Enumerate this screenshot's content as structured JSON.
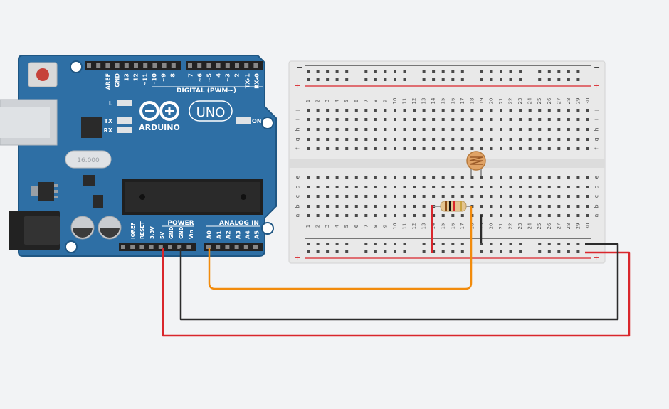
{
  "arduino": {
    "brand": "ARDUINO",
    "model": "UNO",
    "digital_label": "DIGITAL (PWM~)",
    "power_label": "POWER",
    "analog_label": "ANALOG IN",
    "led_l": "L",
    "led_tx": "TX",
    "led_rx": "RX",
    "led_on": "ON",
    "crystal_label": "16.000",
    "top_pins": [
      "AREF",
      "GND",
      "13",
      "12",
      "~11",
      "~10",
      "~9",
      "8",
      "7",
      "~6",
      "~5",
      "4",
      "~3",
      "2",
      "TX▸1",
      "RX◂0"
    ],
    "power_pins": [
      "IOREF",
      "RESET",
      "3.3V",
      "5V",
      "GND",
      "GND",
      "Vin"
    ],
    "analog_pins": [
      "A0",
      "A1",
      "A2",
      "A3",
      "A4",
      "A5"
    ]
  },
  "breadboard": {
    "minus": "−",
    "plus": "+",
    "row_letters_top": [
      "j",
      "i",
      "h",
      "g",
      "f"
    ],
    "row_letters_bottom": [
      "e",
      "d",
      "c",
      "b",
      "a"
    ],
    "columns": [
      "1",
      "2",
      "3",
      "4",
      "5",
      "6",
      "7",
      "8",
      "9",
      "10",
      "11",
      "12",
      "13",
      "14",
      "15",
      "16",
      "17",
      "18",
      "19",
      "20",
      "21",
      "22",
      "23",
      "24",
      "25",
      "26",
      "27",
      "28",
      "29",
      "30"
    ]
  },
  "colors": {
    "board": "#2e6fa5",
    "board_edge": "#1f5683",
    "wire_red": "#d9262c",
    "wire_black": "#2b2b2b",
    "wire_orange": "#f28b0c",
    "breadboard": "#e9e9e9"
  }
}
